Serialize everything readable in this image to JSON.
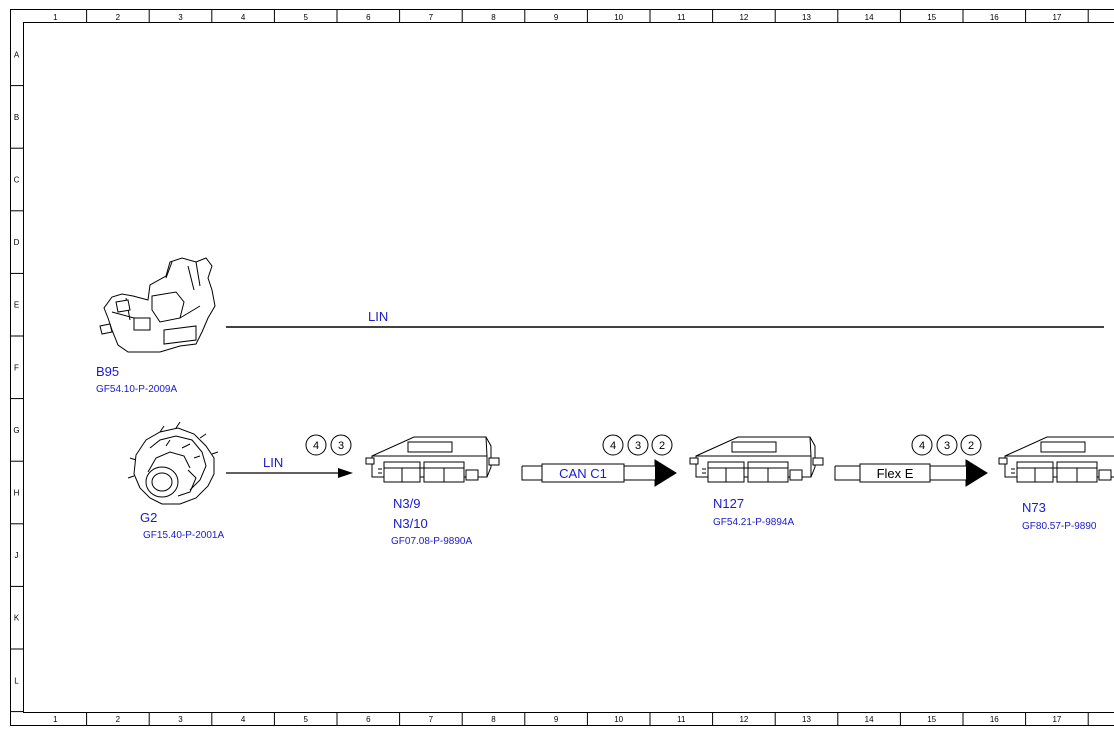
{
  "frame": {
    "columns": [
      "1",
      "2",
      "3",
      "4",
      "5",
      "6",
      "7",
      "8",
      "9",
      "10",
      "11",
      "12",
      "13",
      "14",
      "15",
      "16",
      "17"
    ],
    "rows": [
      "A",
      "B",
      "C",
      "D",
      "E",
      "F",
      "G",
      "H",
      "J",
      "K",
      "L"
    ]
  },
  "colors": {
    "label_blue": "#1a1acc",
    "line": "#000000"
  },
  "components": {
    "b95": {
      "name": "B95",
      "ref": "GF54.10-P-2009A",
      "icon": "sensor-bracket-icon"
    },
    "g2": {
      "name": "G2",
      "ref": "GF15.40-P-2001A",
      "icon": "alternator-icon"
    },
    "n3": {
      "name": "N3/9",
      "name2": "N3/10",
      "ref": "GF07.08-P-9890A",
      "icon": "control-unit-icon"
    },
    "n127": {
      "name": "N127",
      "ref": "GF54.21-P-9894A",
      "icon": "control-unit-icon"
    },
    "n73": {
      "name": "N73",
      "ref": "GF80.57-P-9890",
      "icon": "control-unit-icon"
    }
  },
  "connections": {
    "lin_top": {
      "label": "LIN"
    },
    "lin_g2": {
      "label": "LIN",
      "badges": [
        "4",
        "3"
      ]
    },
    "can_c1": {
      "label": "CAN C1",
      "badges": [
        "4",
        "3",
        "2"
      ]
    },
    "flex_e": {
      "label": "Flex E",
      "badges": [
        "4",
        "3",
        "2"
      ]
    }
  }
}
